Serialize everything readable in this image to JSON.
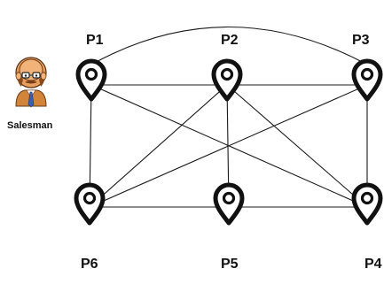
{
  "nodes": [
    {
      "id": "P1",
      "label": "P1"
    },
    {
      "id": "P2",
      "label": "P2"
    },
    {
      "id": "P3",
      "label": "P3"
    },
    {
      "id": "P4",
      "label": "P4"
    },
    {
      "id": "P5",
      "label": "P5"
    },
    {
      "id": "P6",
      "label": "P6"
    }
  ],
  "edges": [
    [
      "P1",
      "P2"
    ],
    [
      "P1",
      "P3"
    ],
    [
      "P1",
      "P4"
    ],
    [
      "P1",
      "P6"
    ],
    [
      "P2",
      "P3"
    ],
    [
      "P2",
      "P4"
    ],
    [
      "P2",
      "P5"
    ],
    [
      "P2",
      "P6"
    ],
    [
      "P3",
      "P4"
    ],
    [
      "P3",
      "P6"
    ],
    [
      "P4",
      "P5"
    ],
    [
      "P4",
      "P6"
    ],
    [
      "P5",
      "P6"
    ]
  ],
  "actor": {
    "label": "Salesman",
    "icon": "salesman-icon"
  },
  "colors": {
    "line": "#1a1a1a",
    "pin": "#111111",
    "background": "#ffffff"
  }
}
